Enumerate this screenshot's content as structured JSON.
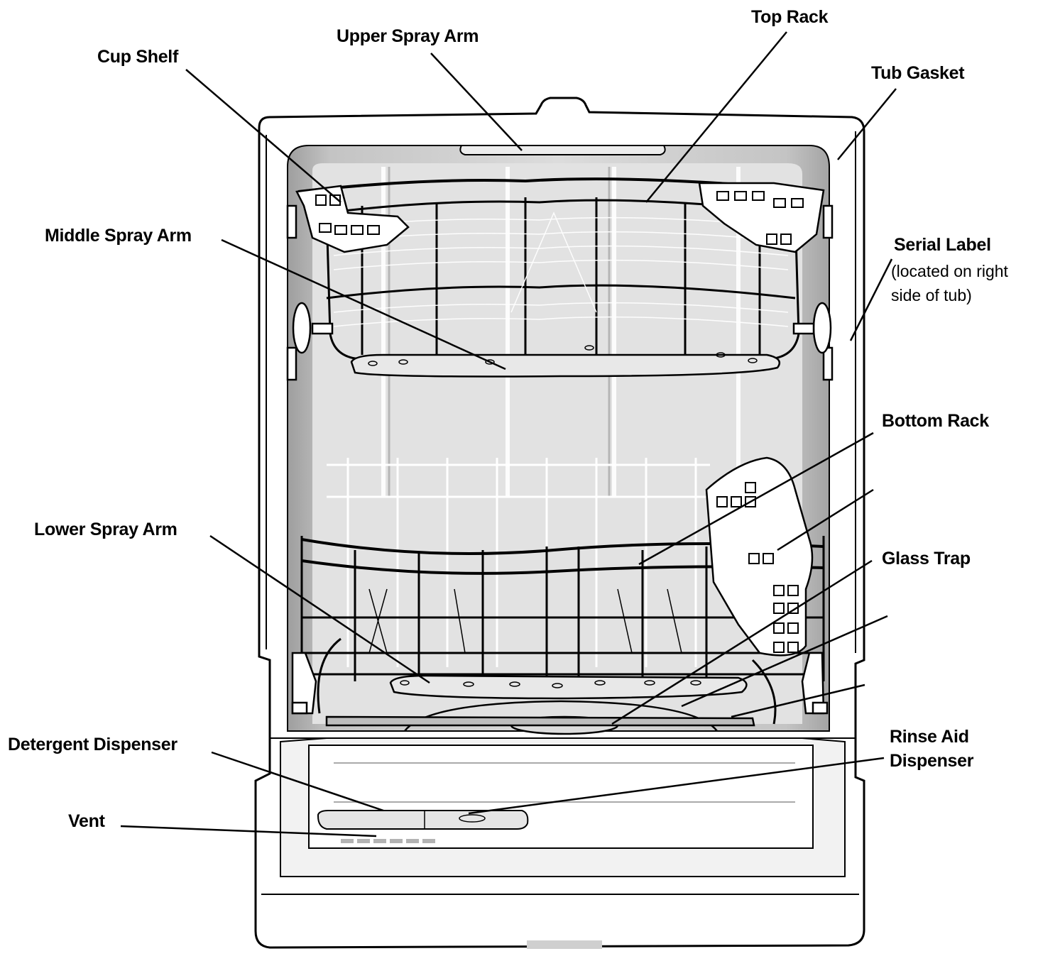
{
  "labels": {
    "cup_shelf": "Cup Shelf",
    "upper_spray_arm": "Upper Spray Arm",
    "top_rack": "Top Rack",
    "tub_gasket": "Tub Gasket",
    "middle_spray_arm": "Middle Spray Arm",
    "serial_label": "Serial  Label",
    "serial_label_note_1": "(located on right",
    "serial_label_note_2": "side of tub)",
    "bottom_rack": "Bottom Rack",
    "lower_spray_arm": "Lower Spray Arm",
    "glass_trap": "Glass Trap",
    "detergent_dispenser": "Detergent Dispenser",
    "rinse_aid_1": "Rinse Aid",
    "rinse_aid_2": "Dispenser",
    "vent": "Vent"
  },
  "colors": {
    "line": "#000000",
    "tub_gray": "#a8a8a8",
    "tub_light": "#d9d9d9",
    "panel_light": "#eeeeee"
  }
}
